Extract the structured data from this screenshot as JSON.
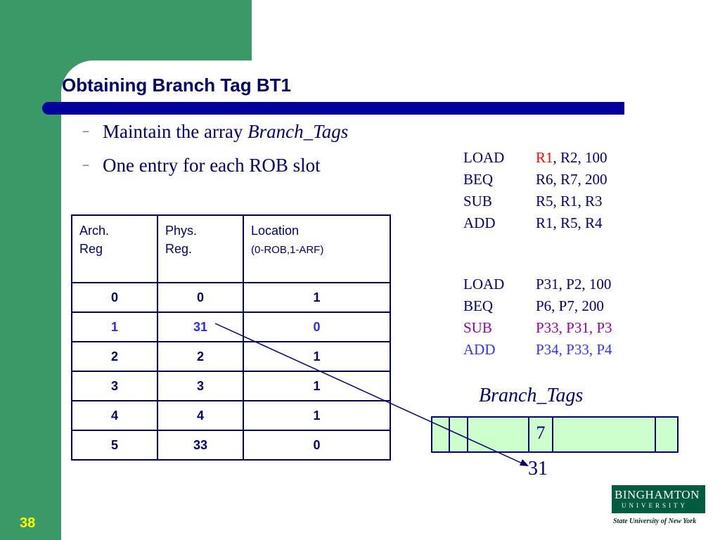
{
  "slide": {
    "title": "Obtaining Branch Tag BT1",
    "page_number": "38",
    "colors": {
      "green": "#3a9966",
      "navy": "#00006b",
      "bar": "#00009c",
      "highlight_red": "#ff0000",
      "highlight_purple": "#990099",
      "highlight_blue": "#3333ff",
      "array_fill": "#ccffcc"
    }
  },
  "bullets": [
    {
      "dash": "–",
      "text": "Maintain the array ",
      "emphasis": "Branch_Tags"
    },
    {
      "dash": "–",
      "text": "One entry for each ROB slot"
    }
  ],
  "program_original": [
    {
      "op": "LOAD",
      "reg": "R1",
      "rest": ", R2, 100"
    },
    {
      "op": "BEQ",
      "args": "R6, R7, 200"
    },
    {
      "op": "SUB",
      "args": "R5, R1, R3"
    },
    {
      "op": "ADD",
      "args": "R1, R5, R4"
    }
  ],
  "program_renamed": [
    {
      "op": "LOAD",
      "args": "P31, P2, 100",
      "color": "navy"
    },
    {
      "op": "BEQ",
      "args": "P6, P7, 200",
      "color": "navy"
    },
    {
      "op": "SUB",
      "args": "P33, P31, P3",
      "color": "purple"
    },
    {
      "op": "ADD",
      "args": "P34, P33, P4",
      "color": "blue"
    }
  ],
  "table": {
    "headers": [
      {
        "line1": "Arch.",
        "line2": "Reg"
      },
      {
        "line1": "Phys.",
        "line2": "Reg."
      },
      {
        "line1": "Location",
        "line2": "(0-ROB,1-ARF)"
      }
    ],
    "rows": [
      [
        "0",
        "0",
        "1"
      ],
      [
        "1",
        "31",
        "0"
      ],
      [
        "2",
        "2",
        "1"
      ],
      [
        "3",
        "3",
        "1"
      ],
      [
        "4",
        "4",
        "1"
      ],
      [
        "5",
        "33",
        "0"
      ]
    ]
  },
  "branch_tags": {
    "label": "Branch_Tags",
    "cells": [
      "",
      "",
      "",
      "7",
      "",
      ""
    ],
    "pointer_value": "31"
  },
  "logo": {
    "name": "BINGHAMTON",
    "university": "UNIVERSITY",
    "subtitle": "State University of New York"
  }
}
